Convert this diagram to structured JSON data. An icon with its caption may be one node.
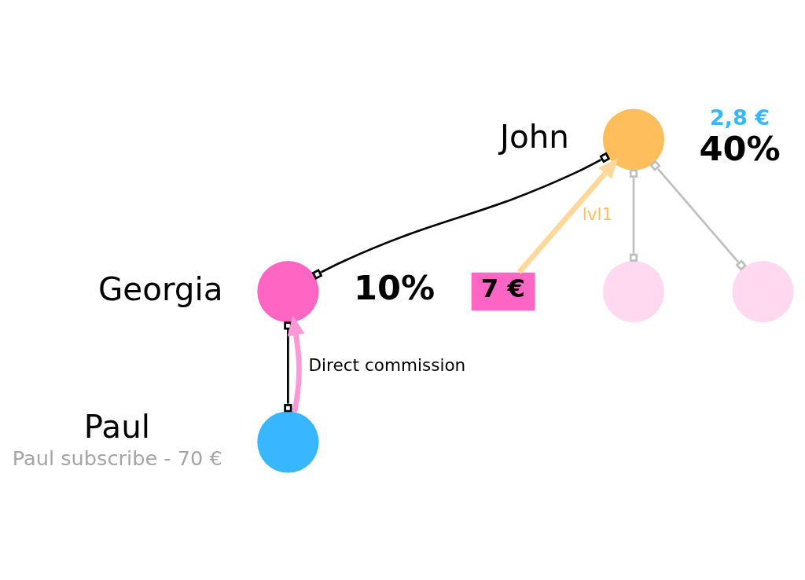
{
  "diagram": {
    "nodes": [
      {
        "text": [],
        "shape": "person",
        "beside": [
          "John",
          "2,8 €",
          "40%"
        ]
      },
      {
        "text": [],
        "shape": "person",
        "beside": [
          "Georgia",
          "10%"
        ]
      },
      {
        "text": [
          "7 €"
        ]
      },
      {
        "text": [],
        "shape": "person"
      },
      {
        "text": [],
        "shape": "person"
      },
      {
        "text": [],
        "shape": "person",
        "beside": [
          "Paul",
          "Paul subscribe - 70 €"
        ]
      }
    ],
    "edges": [
      {
        "from": 0,
        "to": 1,
        "arrow": "other"
      },
      {
        "from": 0,
        "to": 3,
        "arrow": "other",
        "color": "#bfbfbf"
      },
      {
        "from": 0,
        "to": 4,
        "arrow": "other",
        "color": "#bfbfbf"
      },
      {
        "from": 2,
        "to": 0,
        "arrow": "to",
        "label": "lvl1",
        "style": "thick",
        "color": "#ffd89a"
      },
      {
        "from": 1,
        "to": 5,
        "arrow": "other"
      },
      {
        "from": 5,
        "to": 1,
        "arrow": "to",
        "label": "Direct commission",
        "style": "thick",
        "color": "#ff99d6"
      }
    ]
  }
}
